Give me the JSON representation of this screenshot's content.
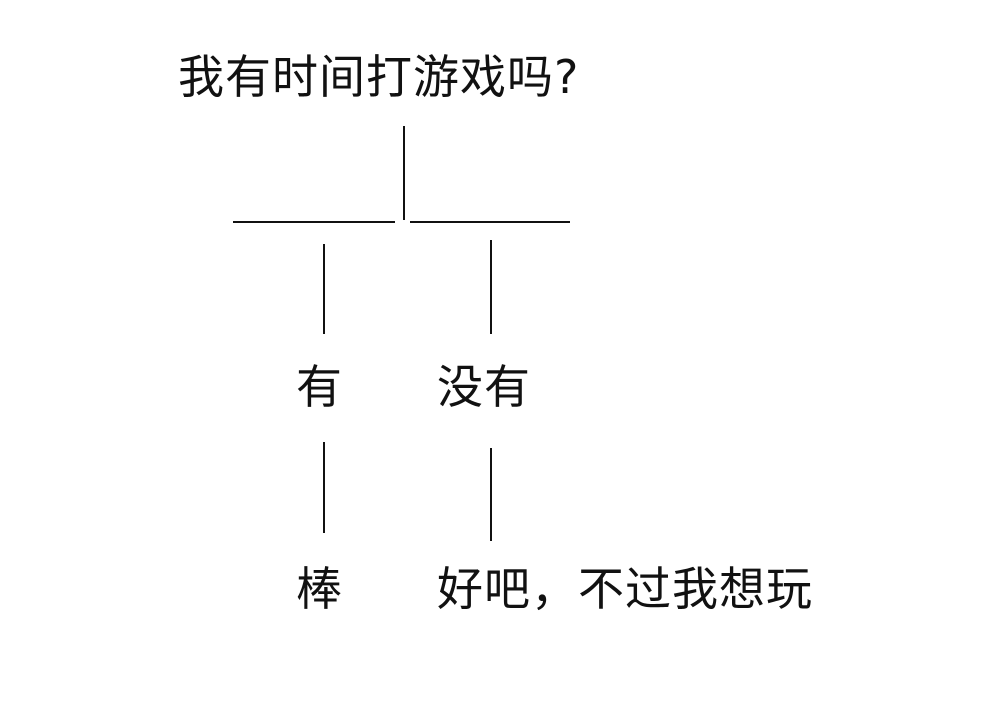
{
  "diagram": {
    "question": "我有时间打游戏吗?",
    "branches": [
      {
        "label": "有",
        "answer": "棒"
      },
      {
        "label": "没有",
        "answer": "好吧，不过我想玩"
      }
    ]
  }
}
